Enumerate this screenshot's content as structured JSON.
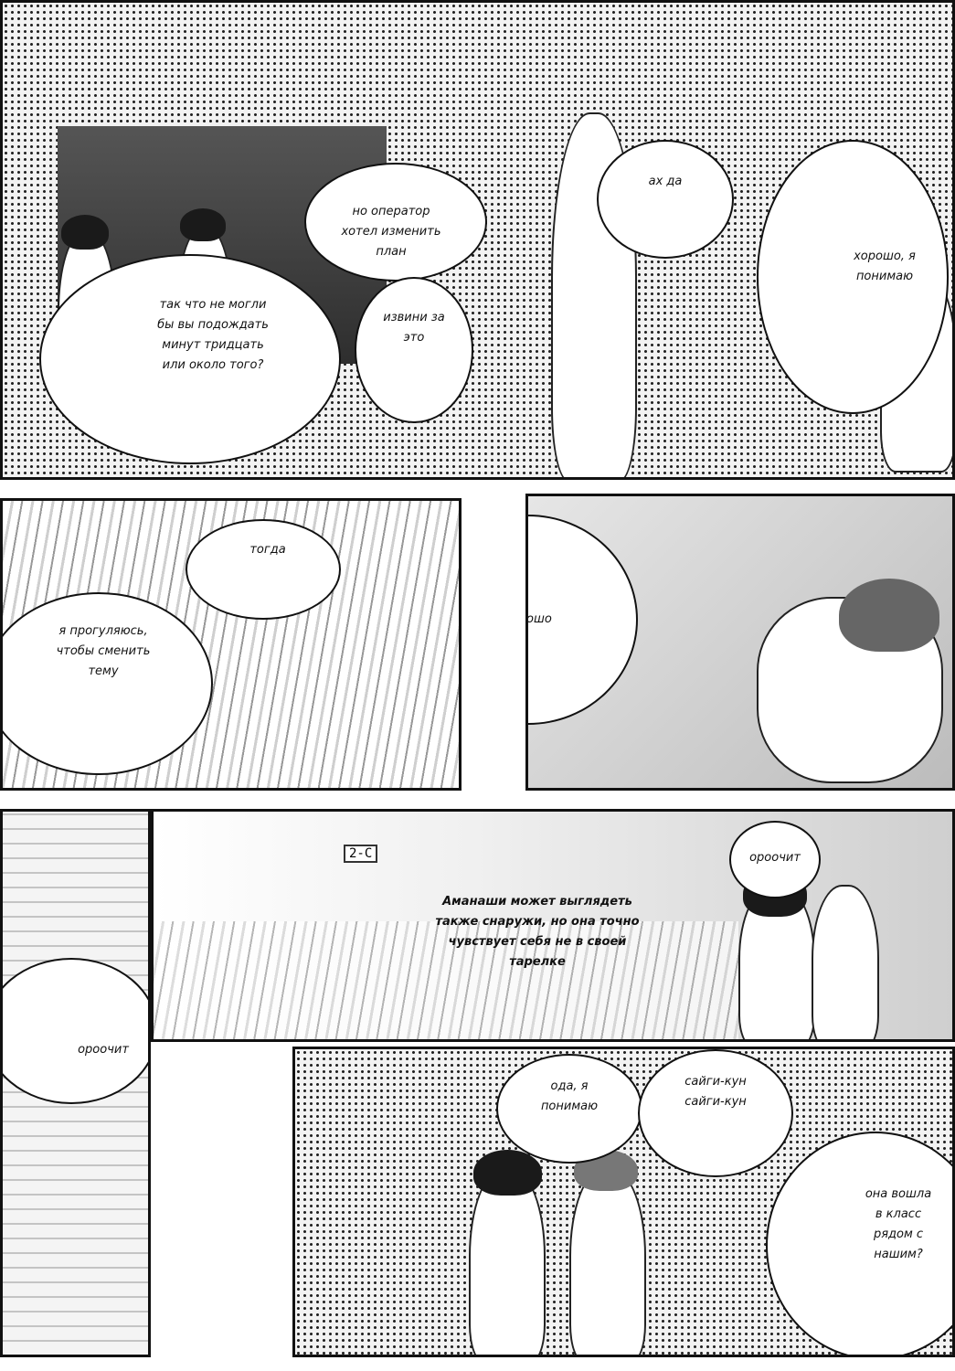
{
  "panels": {
    "p1": {
      "lines": [
        "но оператор\nхотел изменить\nплан",
        "так что не могли\nбы вы подождать\nминут тридцать\nили около того?",
        "извини за\nэто",
        "ах да",
        "хорошо, я\nпонимаю"
      ]
    },
    "p2": {
      "lines": [
        "тогда",
        "я прогуляюсь,\nчтобы сменить\nтему",
        "хорошо"
      ]
    },
    "p3": {
      "sign": "2-C",
      "lines": [
        "ороочит",
        "ороочит",
        "Аманаши может выглядеть\nтакже снаружи, но она точно\nчувствует себя не в своей\nтарелке"
      ]
    },
    "p4": {
      "lines": [
        "сайги-кун\nсайги-кун",
        "ода, я\nпонимаю",
        "она вошла\nв класс\nрядом с\nнашим?"
      ]
    }
  }
}
